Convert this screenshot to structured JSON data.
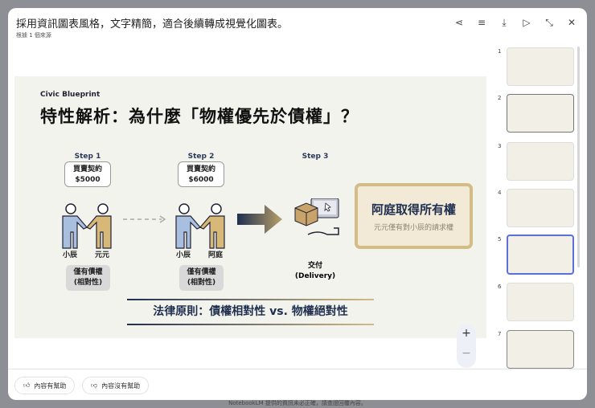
{
  "header": {
    "title": "採用資訊圖表風格，文字精簡，適合後續轉成視覺化圖表。",
    "subtitle": "根據 1 個來源",
    "icons": [
      "share-icon",
      "edit-icon",
      "download-icon",
      "play-icon",
      "collapse-icon",
      "close-icon"
    ]
  },
  "slide": {
    "brand": "Civic Blueprint",
    "title": "特性解析：為什麼「物權優先於債權」？",
    "steps": [
      {
        "label": "Step 1",
        "contract": "買賣契約",
        "price": "$5000",
        "left_name": "小辰",
        "right_name": "元元",
        "status": "僅有債權",
        "status_note": "(相對性)"
      },
      {
        "label": "Step 2",
        "contract": "買賣契約",
        "price": "$6000",
        "left_name": "小辰",
        "right_name": "阿庭",
        "status": "僅有債權",
        "status_note": "(相對性)"
      },
      {
        "label": "Step 3",
        "action": "交付",
        "action_en": "(Delivery)"
      }
    ],
    "result_title": "阿庭取得所有權",
    "result_note": "元元僅有對小辰的請求權",
    "principle": "法律原則：債權相對性 vs. 物權絕對性",
    "colors": {
      "navy": "#1f2f4f",
      "gold": "#d4bc86",
      "person_left": "#a9bfe0",
      "person_right": "#d8b878"
    }
  },
  "zoom": {
    "in": "+",
    "out": "−"
  },
  "thumbnails": [
    {
      "n": "1"
    },
    {
      "n": "2"
    },
    {
      "n": "3"
    },
    {
      "n": "4"
    },
    {
      "n": "5",
      "selected": true
    },
    {
      "n": "6"
    },
    {
      "n": "7"
    }
  ],
  "feedback": {
    "helpful": "內容有幫助",
    "not_helpful": "內容沒有幫助"
  },
  "footer": "NotebookLM 提供的資訊未必正確，請查證回覆內容。"
}
